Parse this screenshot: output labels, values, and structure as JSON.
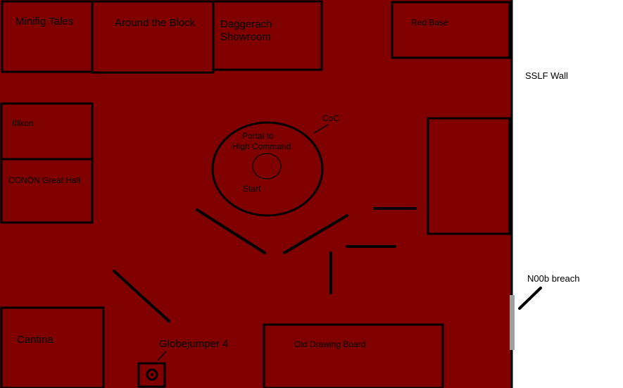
{
  "map": {
    "colors": {
      "floor": "#800000",
      "outline": "#000000",
      "outside": "#ffffff",
      "breach": "#a0a0a0"
    },
    "rooms": {
      "minifig_tales": "Minifig Tales",
      "around_the_block": "Around the Block",
      "daggerach_showroom_line1": "Daggerach",
      "daggerach_showroom_line2": "Showroom",
      "red_base": "Red Base",
      "illikon": "Illikon",
      "conon_great_hall": "CONON Great Hall",
      "cantina": "Cantina",
      "old_drawing_board": "Old Drawing Board"
    },
    "center": {
      "coc": "CoC",
      "portal_line1": "Portal to",
      "portal_line2": "High Command",
      "start": "Start"
    },
    "labels": {
      "globejumper": "Globejumper 4",
      "sslf_wall": "SSLF Wall",
      "noob_breach": "N00b breach"
    }
  }
}
